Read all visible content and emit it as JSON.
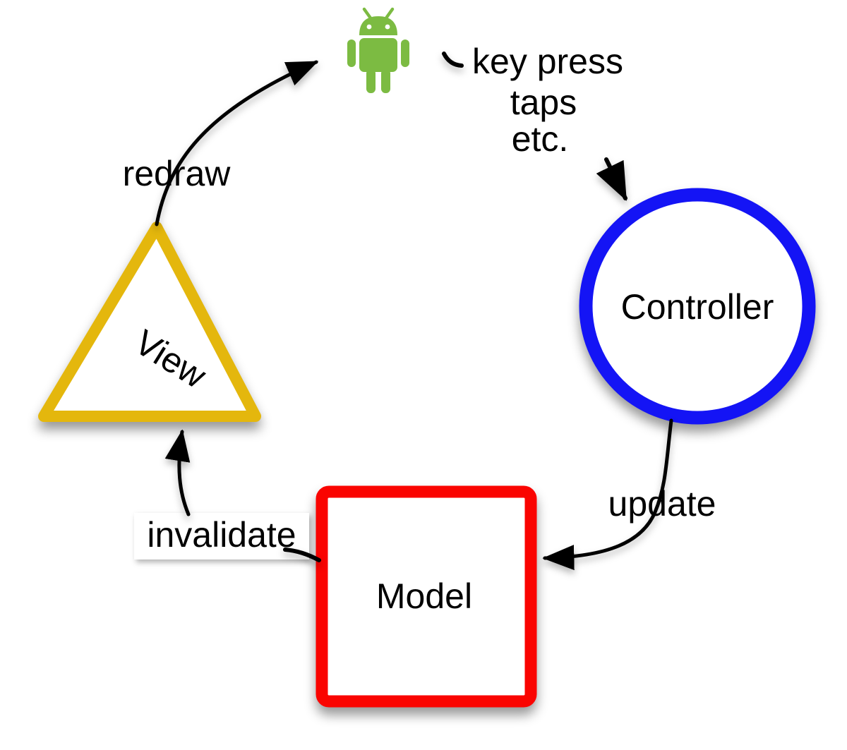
{
  "colors": {
    "view_gold": "#E4B70D",
    "controller_blue": "#1414F5",
    "model_red": "#FA0400",
    "android_green": "#7CBB42",
    "line_black": "#000000"
  },
  "nodes": {
    "view": "View",
    "controller": "Controller",
    "model": "Model"
  },
  "edge_labels": {
    "redraw": "redraw",
    "invalidate": "invalidate",
    "update": "update"
  },
  "input_events": {
    "line1": "key press",
    "line2": "taps",
    "line3": "etc."
  },
  "icons": {
    "android": "android-robot-icon"
  }
}
